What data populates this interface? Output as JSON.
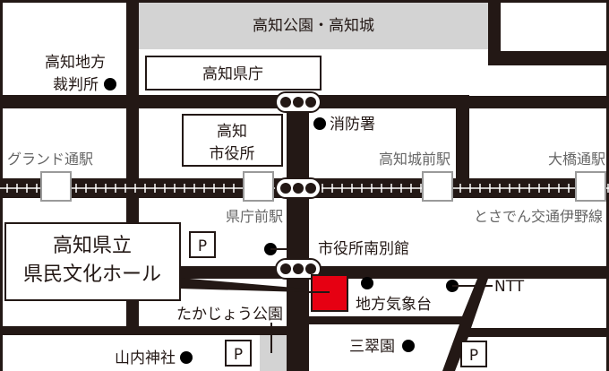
{
  "colors": {
    "road": "#231815",
    "park": "#d3d3d3",
    "venue": "#e60012",
    "station_border": "#9a9a9a",
    "rail_label": "#666666"
  },
  "landmarks": {
    "park": "高知公園・高知城",
    "prefectural_office": "高知県庁",
    "court_line1": "高知地方",
    "court_line2": "裁判所",
    "fire_station": "消防署",
    "city_hall_line1": "高知",
    "city_hall_line2": "市役所",
    "city_hall_annex": "市役所南別館",
    "venue_line1": "高知県立",
    "venue_line2": "県民文化ホール",
    "weather": "地方気象台",
    "ntt": "NTT",
    "takajo_park": "たかじょう公園",
    "shrine": "山内神社",
    "sansuien": "三翠園",
    "parking": "P"
  },
  "stations": {
    "grand": "グランド通駅",
    "kenchomae": "県庁前駅",
    "kochijomae": "高知城前駅",
    "ohashi": "大橋通駅"
  },
  "rail_line": "とさでん交通伊野線"
}
